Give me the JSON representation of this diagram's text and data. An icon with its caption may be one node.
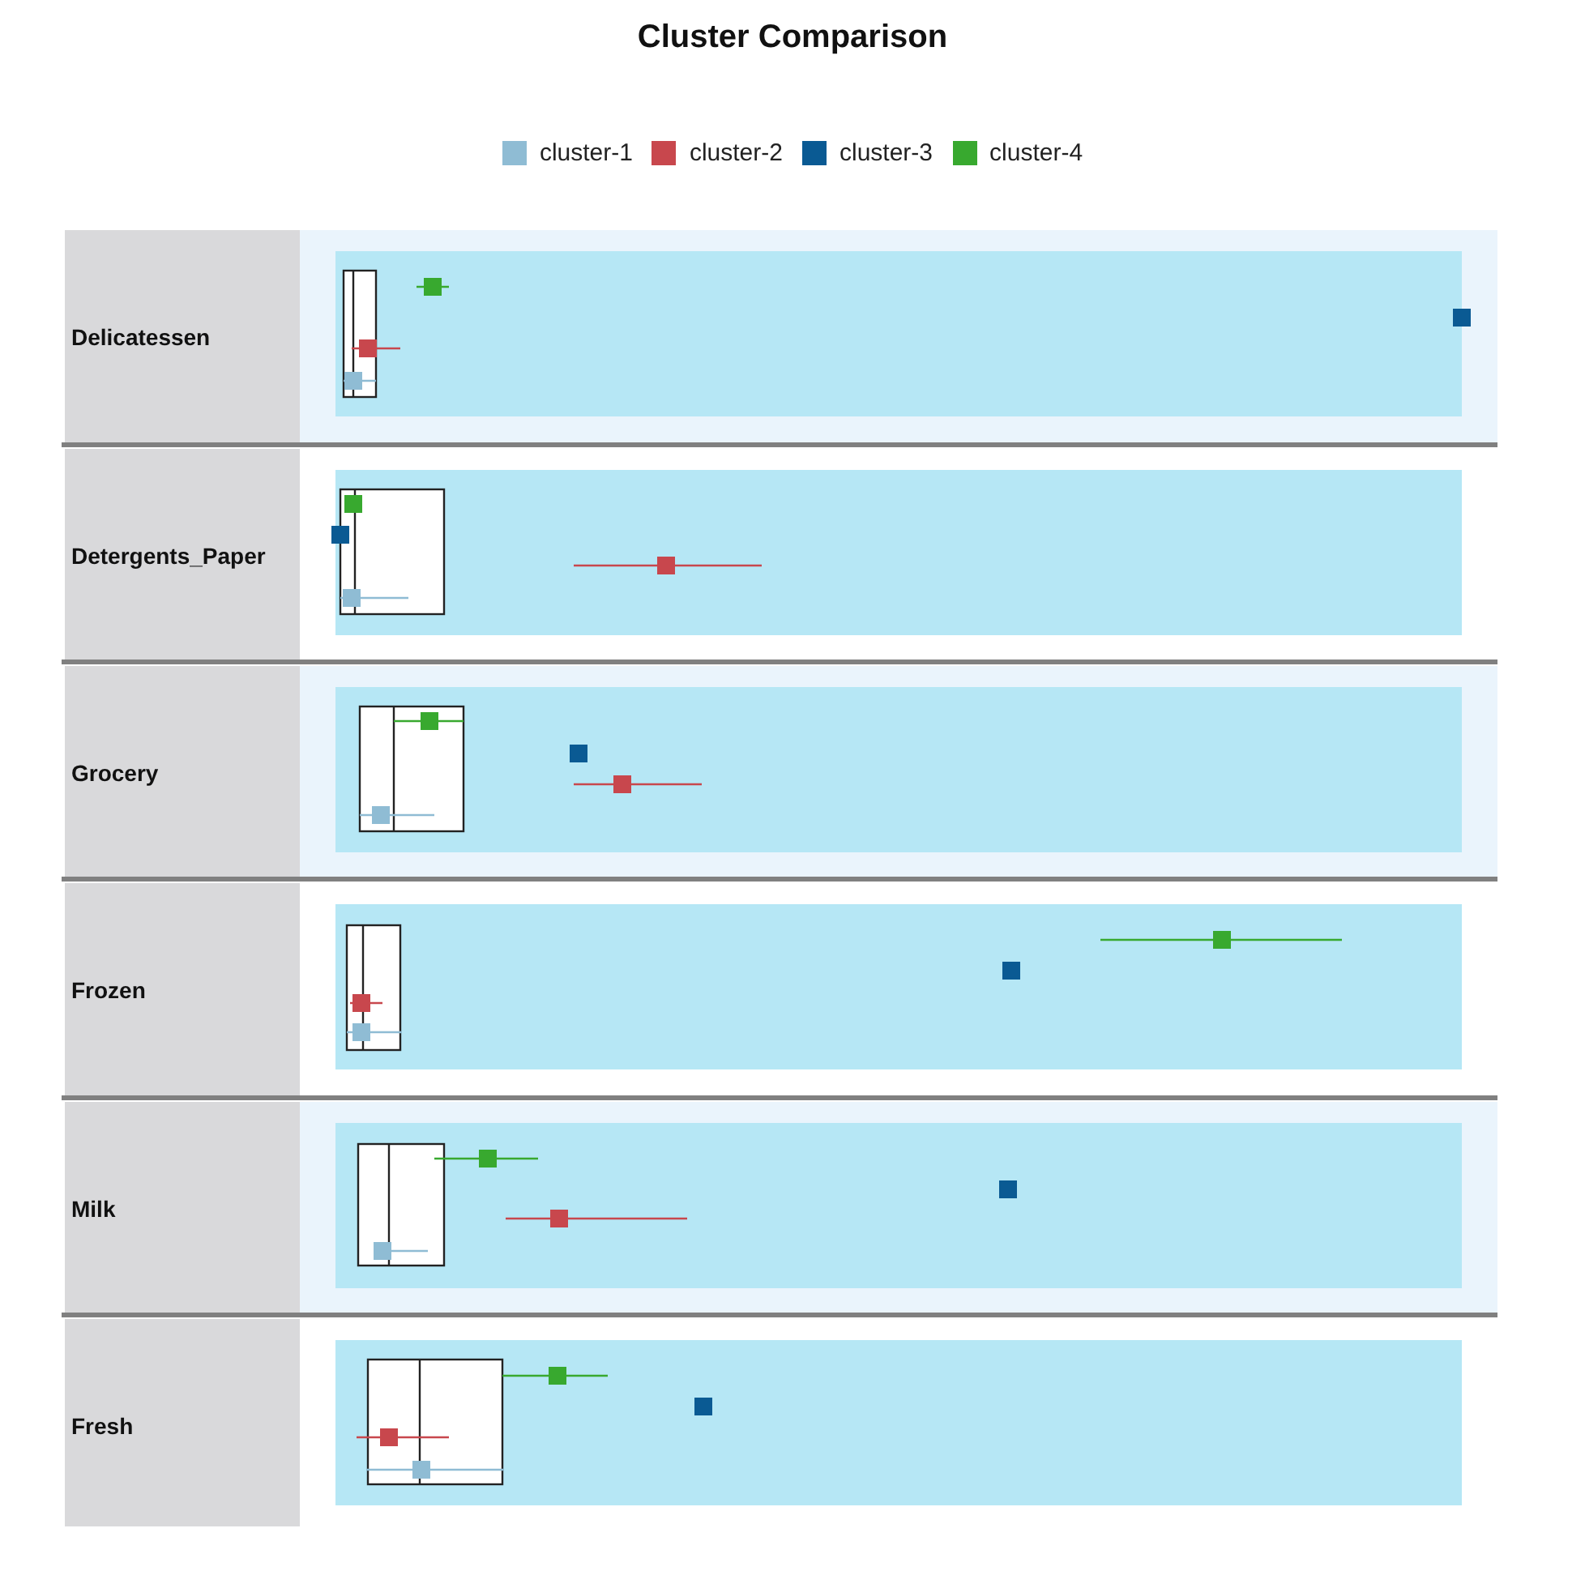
{
  "diagram": {
    "title": "Cluster Comparison",
    "labels": [
      "Delicatessen",
      "Detergents_Paper",
      "Grocery",
      "Frozen",
      "Milk",
      "Fresh"
    ],
    "legend": [
      {
        "text": "cluster-1",
        "color": "#8fbcd4"
      },
      {
        "text": "cluster-2",
        "color": "#c8474d"
      },
      {
        "text": "cluster-3",
        "color": "#0a5a93"
      },
      {
        "text": "cluster-4",
        "color": "#38a92f"
      }
    ]
  }
}
